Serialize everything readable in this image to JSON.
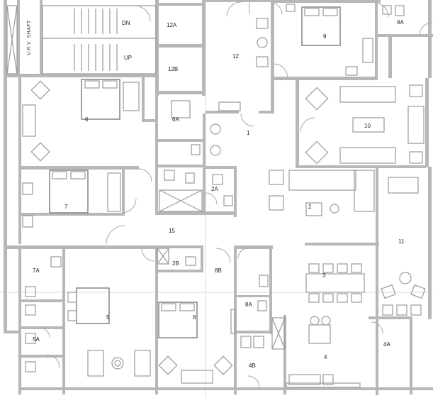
{
  "plan": {
    "rooms": [
      {
        "id": "r12A",
        "label": "12A"
      },
      {
        "id": "r12B",
        "label": "12B"
      },
      {
        "id": "r12",
        "label": "12"
      },
      {
        "id": "r9",
        "label": "9"
      },
      {
        "id": "r9A",
        "label": "9A"
      },
      {
        "id": "r6",
        "label": "6"
      },
      {
        "id": "r6A",
        "label": "6A"
      },
      {
        "id": "r1",
        "label": "1"
      },
      {
        "id": "r10",
        "label": "10"
      },
      {
        "id": "r7",
        "label": "7"
      },
      {
        "id": "r2A",
        "label": "2A"
      },
      {
        "id": "r2",
        "label": "2"
      },
      {
        "id": "r15",
        "label": "15"
      },
      {
        "id": "r11",
        "label": "11"
      },
      {
        "id": "r7A",
        "label": "7A"
      },
      {
        "id": "r2B",
        "label": "2B"
      },
      {
        "id": "r8B",
        "label": "8B"
      },
      {
        "id": "r3",
        "label": "3"
      },
      {
        "id": "r5",
        "label": "5"
      },
      {
        "id": "r8",
        "label": "8"
      },
      {
        "id": "r8A",
        "label": "8A"
      },
      {
        "id": "r5A",
        "label": "5A"
      },
      {
        "id": "r4A",
        "label": "4A"
      },
      {
        "id": "r4B",
        "label": "4B"
      },
      {
        "id": "r4",
        "label": "4"
      }
    ],
    "stair_down": "DN",
    "stair_up": "UP",
    "shaft_label": "V.R.V. SHAFT"
  }
}
